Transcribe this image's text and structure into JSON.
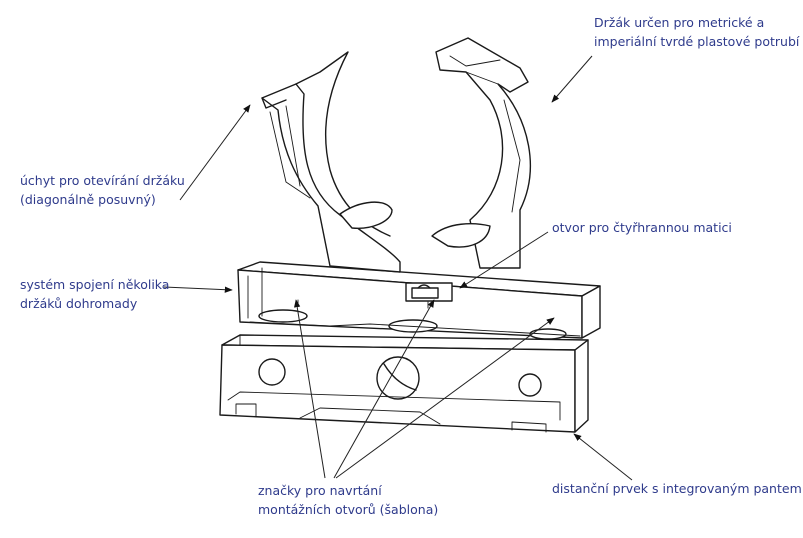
{
  "labels": {
    "holder_purpose": [
      "Držák určen pro metrické a",
      "imperiální tvrdé plastové potrubí"
    ],
    "opening_grip": [
      "úchyt pro otevírání držáku",
      "(diagonálně posuvný)"
    ],
    "square_nut_hole": [
      "otvor pro čtyřhrannou matici"
    ],
    "joining_system": [
      "systém spojení několika",
      "držáků dohromady"
    ],
    "drilling_marks": [
      "značky pro navrtání",
      "montážních otvorů (šablona)"
    ],
    "spacer": [
      "distanční prvek s integrovaným pantem"
    ]
  }
}
